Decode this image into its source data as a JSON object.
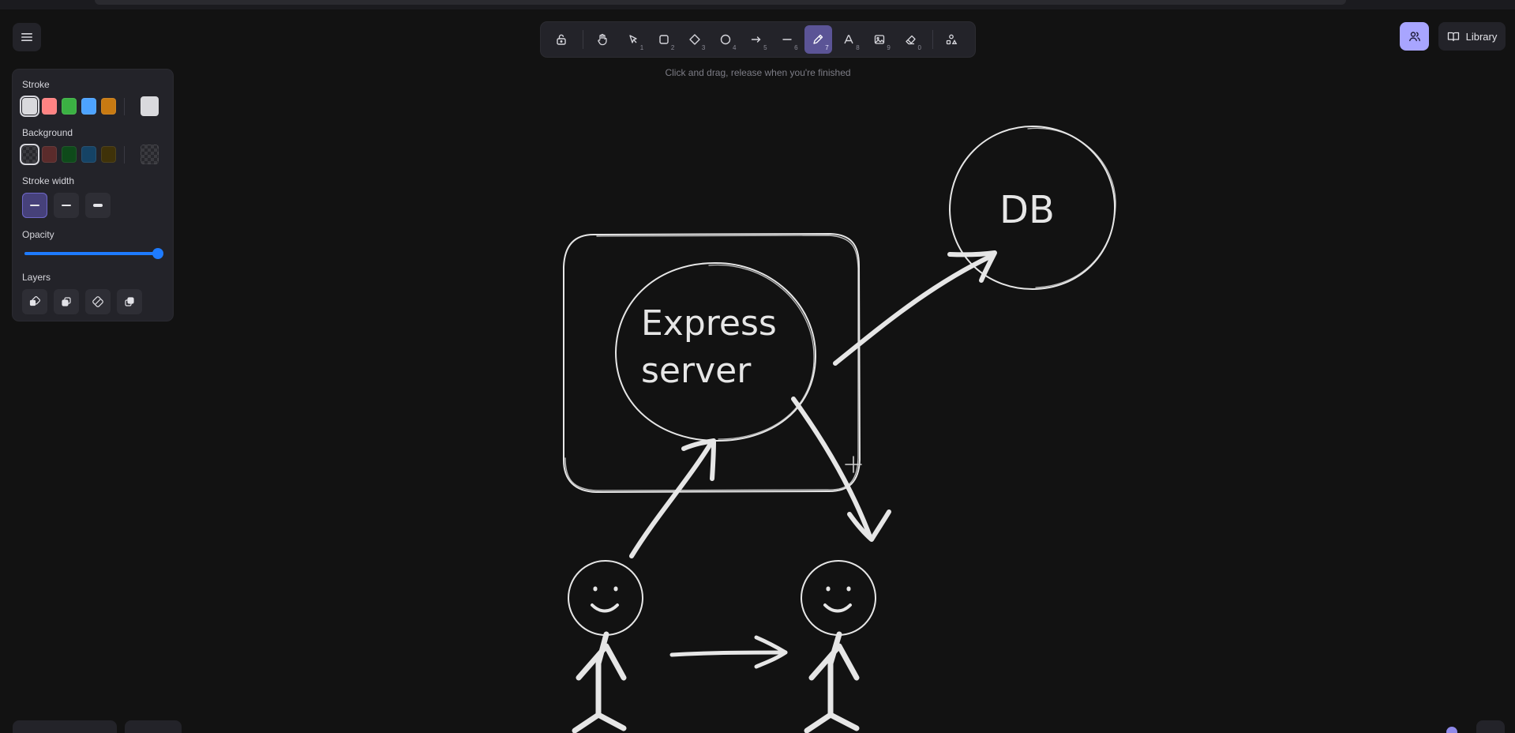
{
  "toolbar": {
    "tools": [
      {
        "name": "lock-tool",
        "key": ""
      },
      {
        "name": "hand-tool",
        "key": ""
      },
      {
        "name": "selection-tool",
        "key": "1"
      },
      {
        "name": "rectangle-tool",
        "key": "2"
      },
      {
        "name": "diamond-tool",
        "key": "3"
      },
      {
        "name": "ellipse-tool",
        "key": "4"
      },
      {
        "name": "arrow-tool",
        "key": "5"
      },
      {
        "name": "line-tool",
        "key": "6"
      },
      {
        "name": "draw-tool",
        "key": "7",
        "active": true
      },
      {
        "name": "text-tool",
        "key": "8"
      },
      {
        "name": "image-tool",
        "key": "9"
      },
      {
        "name": "eraser-tool",
        "key": "0"
      },
      {
        "name": "extra-tools",
        "key": ""
      }
    ],
    "hint": "Click and drag, release when you're finished"
  },
  "header": {
    "library_label": "Library"
  },
  "properties": {
    "stroke_label": "Stroke",
    "stroke_colors": [
      "#d9d9dd",
      "#ff8383",
      "#3bb143",
      "#4da3ff",
      "#c87a12"
    ],
    "stroke_current": "#d9d9dd",
    "background_label": "Background",
    "background_colors": [
      "transparent",
      "#5b2b2b",
      "#0e4a1a",
      "#154365",
      "#3f3209"
    ],
    "stroke_width_label": "Stroke width",
    "opacity_label": "Opacity",
    "opacity_value": 100,
    "layers_label": "Layers"
  },
  "canvas": {
    "server_label_line1": "Express",
    "server_label_line2": "server",
    "db_label": "DB"
  },
  "colors": {
    "background": "#121212",
    "panel": "#232329",
    "accent": "#a8a5ff",
    "active_tool": "#5b5496",
    "sketch_stroke": "#e6e6e6"
  }
}
